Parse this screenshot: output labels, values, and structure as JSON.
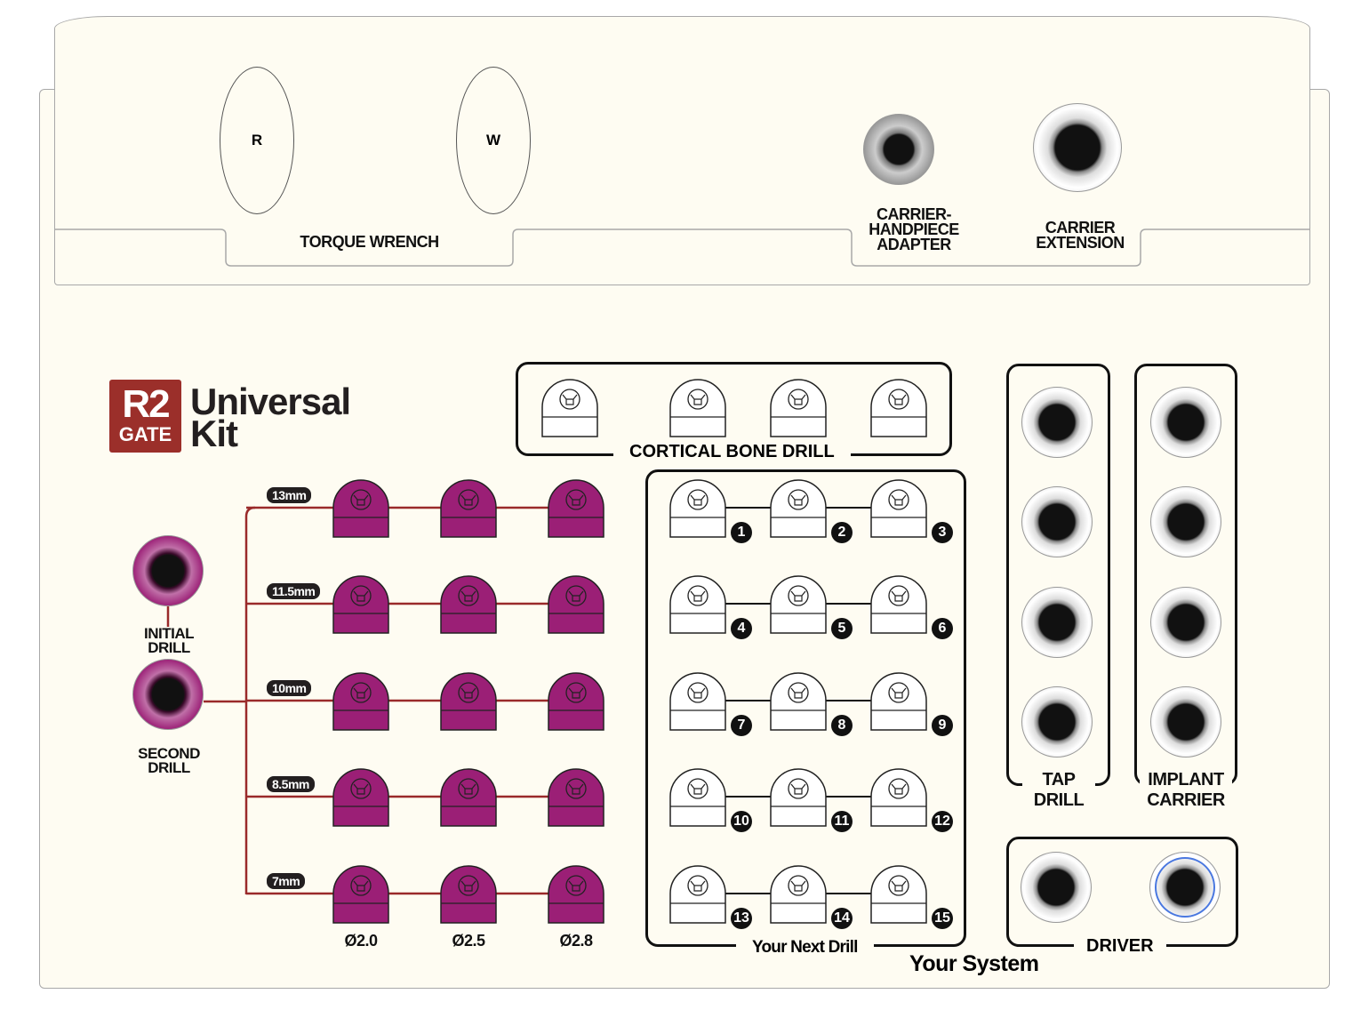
{
  "lid": {
    "oval_left": "R",
    "oval_right": "W",
    "torque_label": "TORQUE WRENCH",
    "adapter_label": "CARRIER-\nHANDPIECE\nADAPTER",
    "extension_label": "CARRIER\nEXTENSION"
  },
  "logo": {
    "mark_top": "R2",
    "mark_bottom": "GATE",
    "title_line1": "Universal",
    "title_line2": "Kit"
  },
  "cortical": {
    "label": "CORTICAL BONE DRILL",
    "count": 4
  },
  "drills": {
    "initial_label": "INITIAL\nDRILL",
    "second_label": "SECOND\nDRILL",
    "lengths": [
      "13mm",
      "11.5mm",
      "10mm",
      "8.5mm",
      "7mm"
    ],
    "diameters": [
      "Ø2.0",
      "Ø2.5",
      "Ø2.8"
    ]
  },
  "next_drill": {
    "label": "Your Next Drill",
    "numbers": [
      "1",
      "2",
      "3",
      "4",
      "5",
      "6",
      "7",
      "8",
      "9",
      "10",
      "11",
      "12",
      "13",
      "14",
      "15"
    ]
  },
  "tap": {
    "label": "TAP\nDRILL"
  },
  "implant": {
    "label": "IMPLANT\nCARRIER"
  },
  "driver": {
    "label": "DRIVER"
  },
  "system_label": "Your System",
  "colors": {
    "purple": "#9b1f76",
    "line": "#9a2a2a",
    "logo": "#9b2f2a"
  }
}
